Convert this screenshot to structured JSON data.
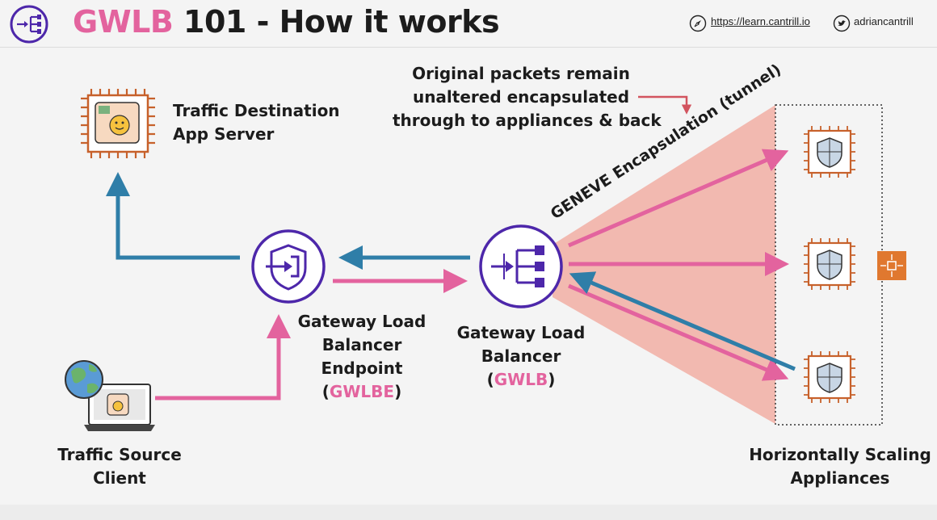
{
  "header": {
    "title_accent": "GWLB",
    "title_rest": " 101 - How it works",
    "site_url": "https://learn.cantrill.io",
    "twitter": "adriancantrill",
    "logo_icon": "gateway-load-balancer-icon",
    "compass_icon": "compass-icon",
    "twitter_icon": "twitter-icon"
  },
  "colors": {
    "accent_pink": "#e3639e",
    "flow_blue": "#2f7ea8",
    "aws_purple": "#4d27aa",
    "chip_orange": "#c7612b",
    "tunnel_fill": "#f2b3a8"
  },
  "labels": {
    "destination_line1": "Traffic Destination",
    "destination_line2": "App Server",
    "annotation_line1": "Original packets remain",
    "annotation_line2": "unaltered encapsulated",
    "annotation_line3": "through to appliances & back",
    "tunnel_label": "GENEVE Encapsulation (tunnel)",
    "gwlbe_line1": "Gateway Load",
    "gwlbe_line2": "Balancer",
    "gwlbe_line3": "Endpoint",
    "gwlbe_abbr": "GWLBE",
    "gwlb_line1": "Gateway Load",
    "gwlb_line2": "Balancer",
    "gwlb_abbr": "GWLB",
    "source_line1": "Traffic Source",
    "source_line2": "Client",
    "appliances_line1": "Horizontally Scaling",
    "appliances_line2": "Appliances",
    "paren_open": "(",
    "paren_close": ")"
  }
}
